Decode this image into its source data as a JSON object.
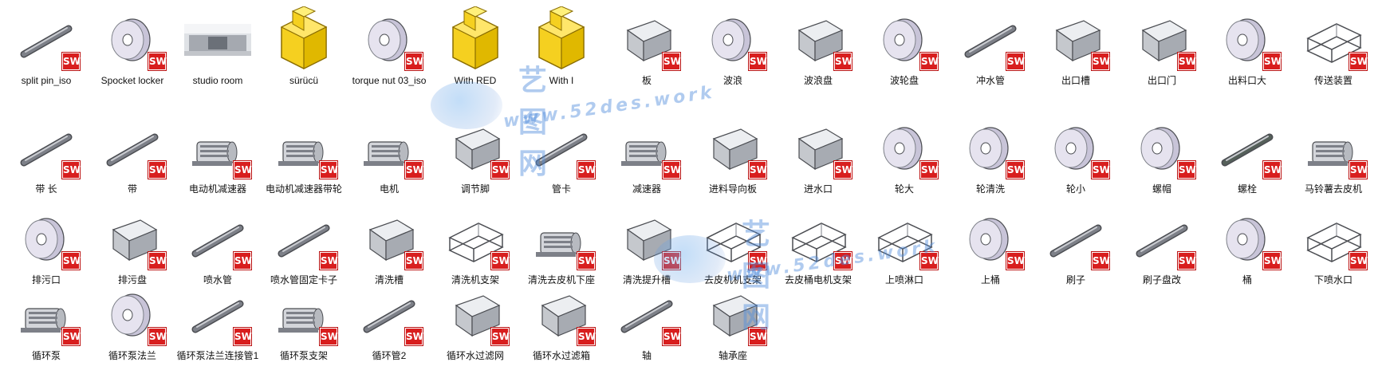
{
  "items": [
    {
      "label": "split pin_iso",
      "icon": "split-pin-part-icon",
      "sw": true
    },
    {
      "label": "Spocket locker",
      "icon": "sprocket-locker-part-icon",
      "sw": true
    },
    {
      "label": "studio room",
      "icon": "studio-room-scene-icon",
      "sw": false
    },
    {
      "label": "sürücü",
      "icon": "folder-3d-icon",
      "sw": false
    },
    {
      "label": "torque nut 03_iso",
      "icon": "torque-nut-part-icon",
      "sw": true
    },
    {
      "label": "With  RED",
      "icon": "folder-3d-icon",
      "sw": false
    },
    {
      "label": "With I",
      "icon": "folder-3d-icon",
      "sw": false
    },
    {
      "label": "板",
      "icon": "plate-part-icon",
      "sw": true
    },
    {
      "label": "波浪",
      "icon": "wave-disc-part-icon",
      "sw": true
    },
    {
      "label": "波浪盘",
      "icon": "wave-plate-part-icon",
      "sw": true
    },
    {
      "label": "波轮盘",
      "icon": "wave-wheel-part-icon",
      "sw": true
    },
    {
      "label": "冲水管",
      "icon": "flush-pipe-part-icon",
      "sw": true
    },
    {
      "label": "出口槽",
      "icon": "outlet-channel-part-icon",
      "sw": true
    },
    {
      "label": "出口门",
      "icon": "outlet-door-part-icon",
      "sw": true
    },
    {
      "label": "出料口大",
      "icon": "discharge-port-part-icon",
      "sw": true
    },
    {
      "label": "传送装置",
      "icon": "conveyor-part-icon",
      "sw": true
    },
    {
      "label": "带 长",
      "icon": "long-belt-part-icon",
      "sw": true
    },
    {
      "label": "带",
      "icon": "belt-part-icon",
      "sw": true
    },
    {
      "label": "电动机减速器",
      "icon": "motor-reducer-part-icon",
      "sw": true
    },
    {
      "label": "电动机减速器带轮",
      "icon": "motor-reducer-pulley-part-icon",
      "sw": true
    },
    {
      "label": "电机",
      "icon": "motor-part-icon",
      "sw": true
    },
    {
      "label": "调节脚",
      "icon": "adjust-foot-part-icon",
      "sw": true
    },
    {
      "label": "管卡",
      "icon": "pipe-clamp-part-icon",
      "sw": true
    },
    {
      "label": "减速器",
      "icon": "reducer-part-icon",
      "sw": true
    },
    {
      "label": "进料导向板",
      "icon": "feed-guide-plate-part-icon",
      "sw": true
    },
    {
      "label": "进水口",
      "icon": "water-inlet-part-icon",
      "sw": true
    },
    {
      "label": "轮大",
      "icon": "big-wheel-part-icon",
      "sw": true
    },
    {
      "label": "轮清洗",
      "icon": "wheel-clean-part-icon",
      "sw": true
    },
    {
      "label": "轮小",
      "icon": "small-wheel-part-icon",
      "sw": true
    },
    {
      "label": "螺帽",
      "icon": "nut-part-icon",
      "sw": true
    },
    {
      "label": "螺栓",
      "icon": "bolt-part-icon",
      "sw": true
    },
    {
      "label": "马铃薯去皮机",
      "icon": "potato-peeler-assembly-icon",
      "sw": true
    },
    {
      "label": "排污口",
      "icon": "drain-outlet-part-icon",
      "sw": true
    },
    {
      "label": "排污盘",
      "icon": "drain-plate-part-icon",
      "sw": true
    },
    {
      "label": "喷水管",
      "icon": "spray-pipe-part-icon",
      "sw": true
    },
    {
      "label": "喷水管固定卡子",
      "icon": "spray-pipe-clip-part-icon",
      "sw": true
    },
    {
      "label": "清洗槽",
      "icon": "wash-tank-part-icon",
      "sw": true
    },
    {
      "label": "清洗机支架",
      "icon": "washer-frame-part-icon",
      "sw": true
    },
    {
      "label": "清洗去皮机下座",
      "icon": "peeler-base-part-icon",
      "sw": true
    },
    {
      "label": "清洗提升槽",
      "icon": "lift-tank-part-icon",
      "sw": true
    },
    {
      "label": "去皮机机支架",
      "icon": "peeler-frame-part-icon",
      "sw": true
    },
    {
      "label": "去皮桶电机支架",
      "icon": "peeler-motor-frame-part-icon",
      "sw": true
    },
    {
      "label": "上喷淋口",
      "icon": "top-sprinkler-part-icon",
      "sw": true
    },
    {
      "label": "上桶",
      "icon": "upper-drum-part-icon",
      "sw": true
    },
    {
      "label": "刷子",
      "icon": "brush-part-icon",
      "sw": true
    },
    {
      "label": "刷子盘改",
      "icon": "brush-disc-part-icon",
      "sw": true
    },
    {
      "label": "桶",
      "icon": "drum-part-icon",
      "sw": true
    },
    {
      "label": "下喷水口",
      "icon": "bottom-spray-part-icon",
      "sw": true
    },
    {
      "label": "循环泵",
      "icon": "circulation-pump-part-icon",
      "sw": true
    },
    {
      "label": "循环泵法兰",
      "icon": "pump-flange-part-icon",
      "sw": true
    },
    {
      "label": "循环泵法兰连接管1",
      "icon": "flange-pipe-part-icon",
      "sw": true
    },
    {
      "label": "循环泵支架",
      "icon": "pump-bracket-part-icon",
      "sw": true
    },
    {
      "label": "循环管2",
      "icon": "circulation-pipe-part-icon",
      "sw": true
    },
    {
      "label": "循环水过滤网",
      "icon": "filter-screen-part-icon",
      "sw": true
    },
    {
      "label": "循环水过滤箱",
      "icon": "filter-box-part-icon",
      "sw": true
    },
    {
      "label": "轴",
      "icon": "shaft-part-icon",
      "sw": true
    },
    {
      "label": "轴承座",
      "icon": "bearing-seat-part-icon",
      "sw": true
    }
  ],
  "badge_text": "SW",
  "watermark": {
    "title": "艺图网",
    "url": "www.52des.work"
  },
  "colors": {
    "badge": "#d81e1e",
    "folder": "#f5d020",
    "folder_edge": "#8a6d00",
    "part": "#9a9ca3"
  }
}
